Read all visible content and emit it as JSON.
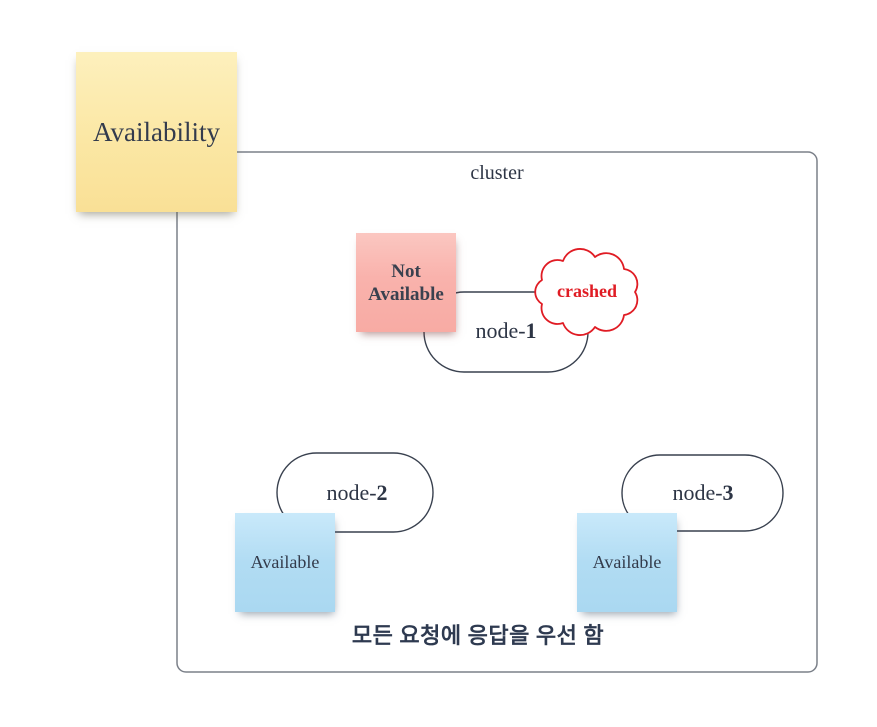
{
  "availability_note": {
    "label": "Availability"
  },
  "cluster": {
    "label": "cluster",
    "caption": "모든 요청에 응답을 우선 함"
  },
  "nodes": [
    {
      "label_prefix": "node-",
      "label_num": "1",
      "status": "Not Available"
    },
    {
      "label_prefix": "node-",
      "label_num": "2",
      "status": "Available"
    },
    {
      "label_prefix": "node-",
      "label_num": "3",
      "status": "Available"
    }
  ],
  "cloud": {
    "label": "crashed"
  },
  "colors": {
    "note_yellow": "#fbe7a4",
    "note_pink": "#f9b2ac",
    "note_blue": "#aedcf2",
    "cloud_red": "#e01c24",
    "shape_stroke": "#39414f",
    "cluster_stroke": "#7b8089",
    "text_dark": "#2e3646"
  }
}
